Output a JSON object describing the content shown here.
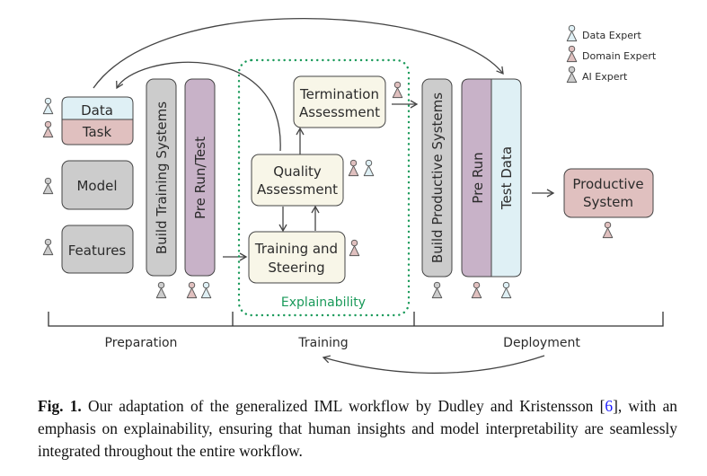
{
  "legend": {
    "items": [
      {
        "label": "Data Expert",
        "role": "data",
        "color": "#dff0f5"
      },
      {
        "label": "Domain Expert",
        "role": "domain",
        "color": "#e0c0bf"
      },
      {
        "label": "AI Expert",
        "role": "ai",
        "color": "#cccccc"
      }
    ]
  },
  "colors": {
    "data": "#dff0f5",
    "domain": "#e0c0bf",
    "ai": "#cccccc",
    "prerun": "#c8b2c8",
    "assessment": "#f8f6e8",
    "explainability": "#1a9a5a",
    "stroke": "#444444"
  },
  "preparation": {
    "data_label": "Data",
    "task_label": "Task",
    "model_label": "Model",
    "features_label": "Features",
    "build_training_label": "Build Training Systems",
    "prerun_test_label": "Pre Run/Test"
  },
  "training": {
    "termination_line1": "Termination",
    "termination_line2": "Assessment",
    "quality_line1": "Quality",
    "quality_line2": "Assessment",
    "steering_line1": "Training and",
    "steering_line2": "Steering",
    "explainability_label": "Explainability"
  },
  "deployment": {
    "build_productive_label": "Build Productive Systems",
    "prerun_label": "Pre Run",
    "testdata_label": "Test Data",
    "productive_line1": "Productive",
    "productive_line2": "System"
  },
  "phases": [
    "Preparation",
    "Training",
    "Deployment"
  ],
  "caption": {
    "figure_label": "Fig. 1.",
    "text_before_cite": " Our adaptation of the generalized IML workflow by Dudley and Kristensson [",
    "cite": "6",
    "text_after_cite": "], with an emphasis on explainability, ensuring that human insights and model interpretability are seamlessly integrated throughout the entire workflow."
  }
}
